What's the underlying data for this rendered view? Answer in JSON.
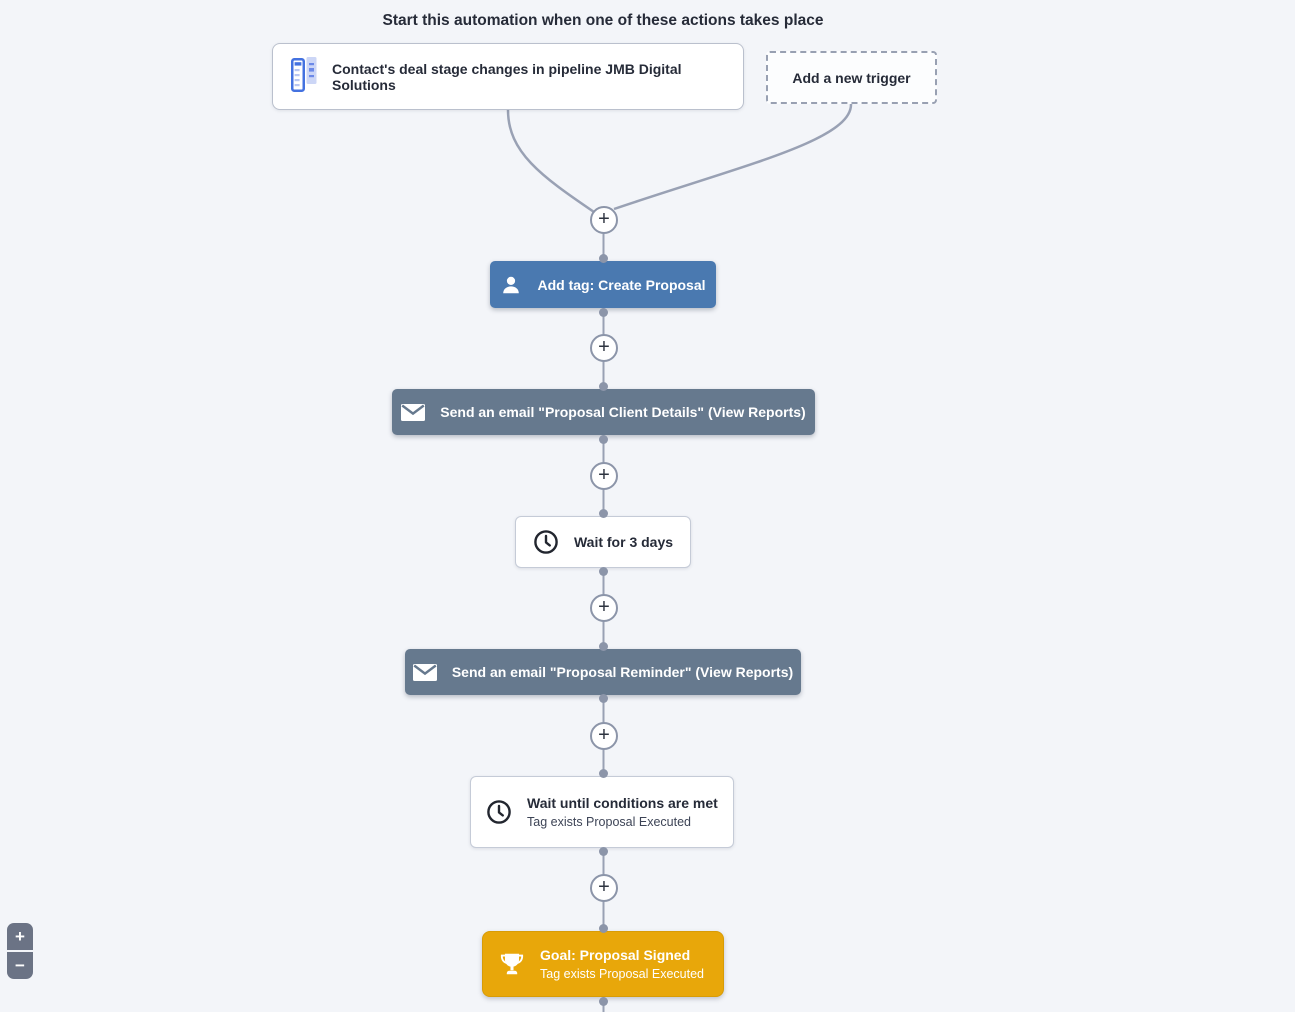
{
  "title": "Start this automation when one of these actions takes place",
  "symbols": {
    "plus": "+",
    "minus": "−"
  },
  "triggers": {
    "items": [
      {
        "label": "Contact's deal stage changes in pipeline JMB Digital Solutions",
        "icon": "deal-pipeline-icon"
      }
    ],
    "add_label": "Add a new trigger"
  },
  "nodes": [
    {
      "type": "add-tag",
      "label": "Add tag: Create Proposal",
      "icon": "contact-icon",
      "color": "#4a79b0"
    },
    {
      "type": "send-email",
      "label": "Send an email \"Proposal Client Details\" (View Reports)",
      "icon": "envelope-icon",
      "color": "#66798e"
    },
    {
      "type": "wait",
      "label": "Wait for 3 days",
      "icon": "clock-icon",
      "color": "#ffffff"
    },
    {
      "type": "send-email",
      "label": "Send an email \"Proposal Reminder\" (View Reports)",
      "icon": "envelope-icon",
      "color": "#66798e"
    },
    {
      "type": "wait-until",
      "label": "Wait until conditions are met",
      "sublabel": "Tag exists Proposal Executed",
      "icon": "clock-icon",
      "color": "#ffffff"
    },
    {
      "type": "goal",
      "label": "Goal: Proposal Signed",
      "sublabel": "Tag exists Proposal Executed",
      "icon": "trophy-icon",
      "color": "#e8a70a"
    }
  ],
  "zoom_controls": {
    "zoom_in": "+",
    "zoom_out": "−"
  },
  "colors": {
    "background": "#f3f5f9",
    "connector": "#99a1b4",
    "action_blue": "#4a79b0",
    "email_slate": "#66798e",
    "goal_gold": "#e8a70a",
    "text_dark": "#262b38"
  }
}
